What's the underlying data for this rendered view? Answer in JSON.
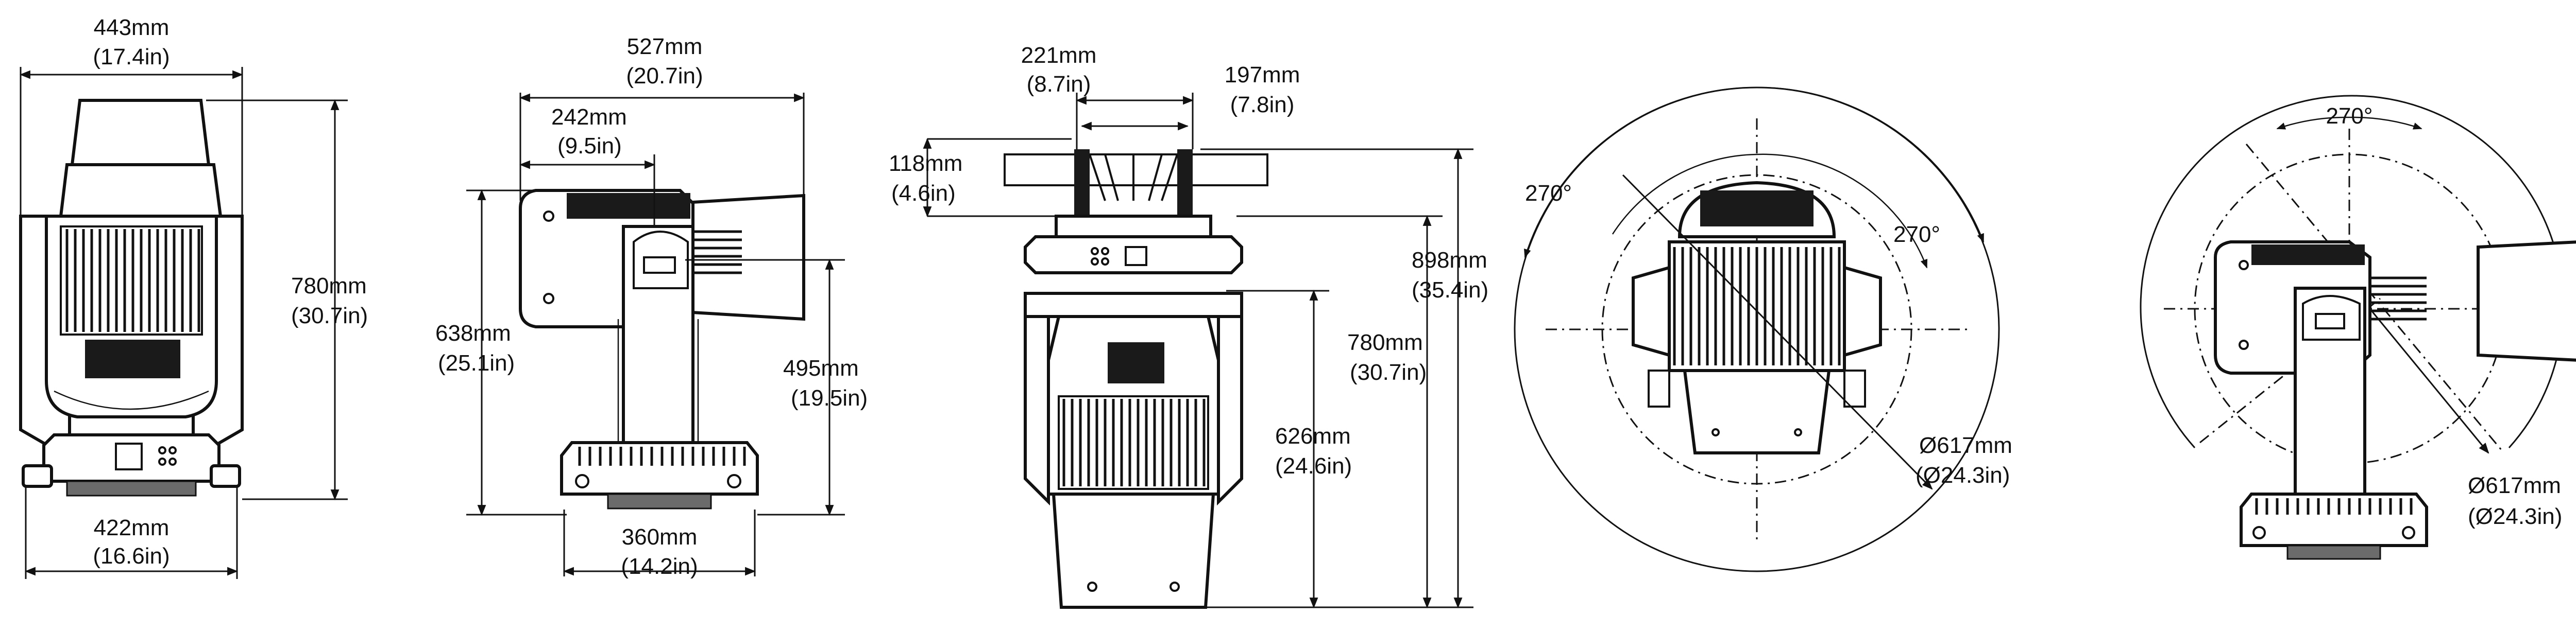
{
  "views": {
    "front": {
      "top_width": {
        "mm": "443mm",
        "in": "(17.4in)"
      },
      "height": {
        "mm": "780mm",
        "in": "(30.7in)"
      },
      "base_width": {
        "mm": "422mm",
        "in": "(16.6in)"
      }
    },
    "side": {
      "total_width": {
        "mm": "527mm",
        "in": "(20.7in)"
      },
      "head_offset": {
        "mm": "242mm",
        "in": "(9.5in)"
      },
      "height": {
        "mm": "638mm",
        "in": "(25.1in)"
      },
      "pivot_height": {
        "mm": "495mm",
        "in": "(19.5in)"
      },
      "base_width": {
        "mm": "360mm",
        "in": "(14.2in)"
      }
    },
    "hanging": {
      "clamp_width": {
        "mm": "221mm",
        "in": "(8.7in)"
      },
      "clamp_inner": {
        "mm": "197mm",
        "in": "(7.8in)"
      },
      "clamp_height": {
        "mm": "118mm",
        "in": "(4.6in)"
      },
      "total_height": {
        "mm": "898mm",
        "in": "(35.4in)"
      },
      "height": {
        "mm": "780mm",
        "in": "(30.7in)"
      },
      "head_height": {
        "mm": "626mm",
        "in": "(24.6in)"
      }
    },
    "top": {
      "pan_left": "270°",
      "pan_right": "270°",
      "diameter": {
        "mm": "Ø617mm",
        "in": "(Ø24.3in)"
      }
    },
    "tilt": {
      "tilt_angle": "270°",
      "diameter": {
        "mm": "Ø617mm",
        "in": "(Ø24.3in)"
      }
    }
  }
}
